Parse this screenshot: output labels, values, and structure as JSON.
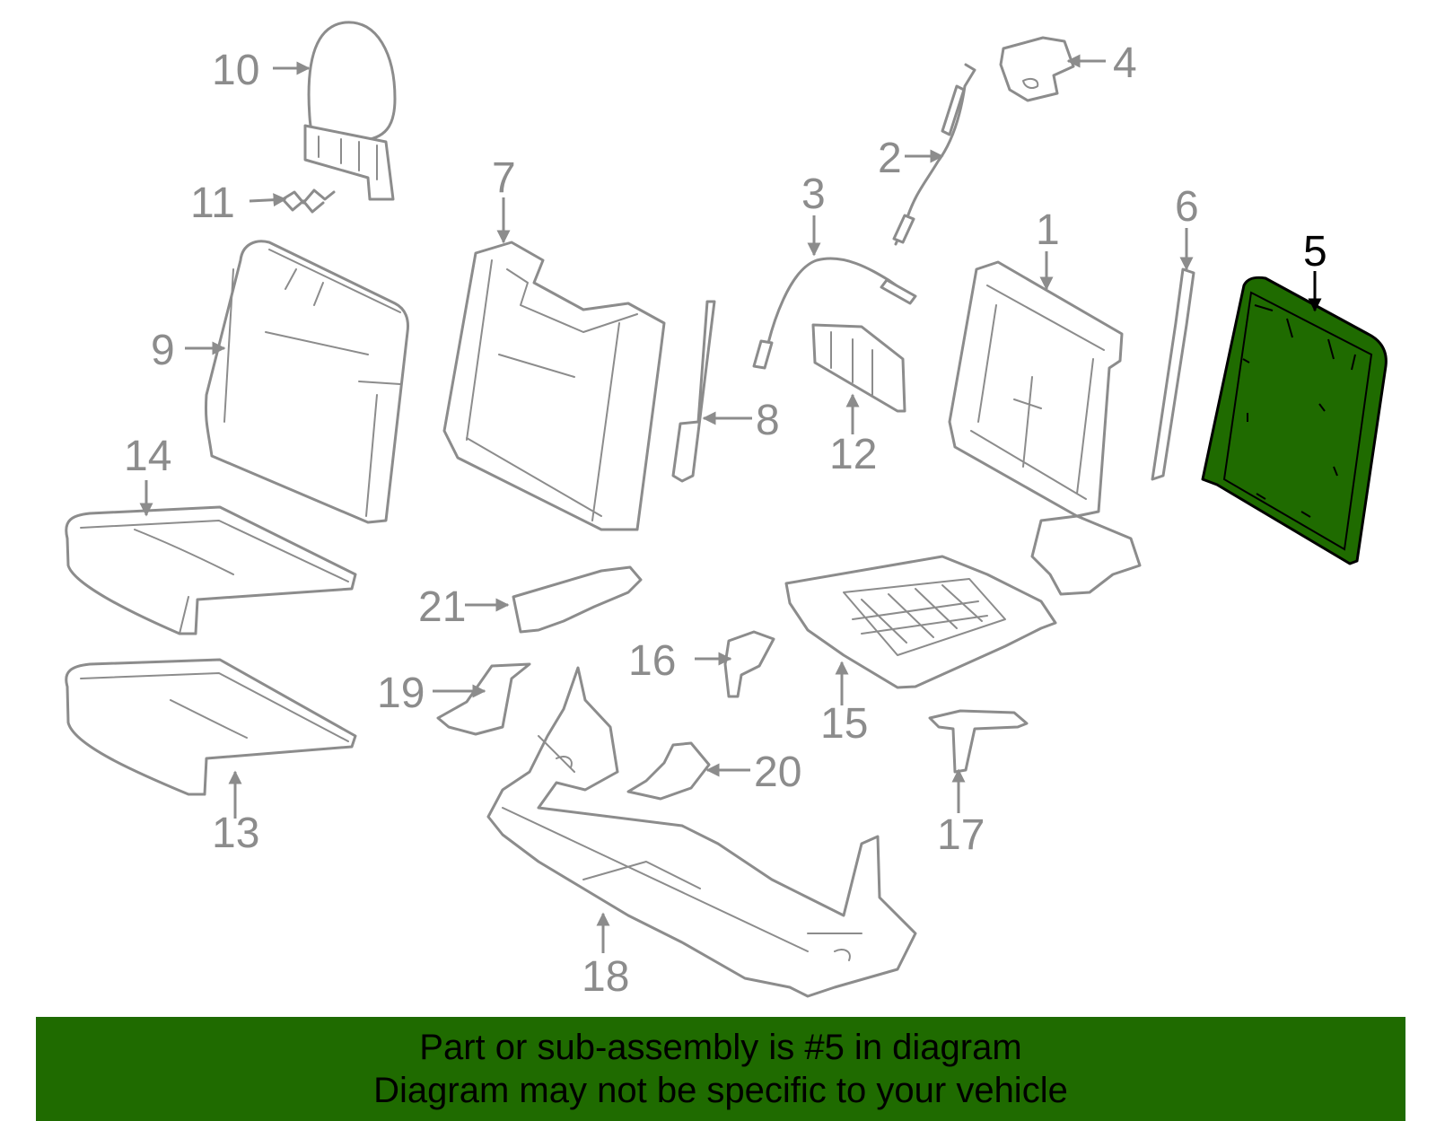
{
  "highlight_color": "#1f6b00",
  "part_color": "#8c8c8c",
  "callouts": {
    "c1": "1",
    "c2": "2",
    "c3": "3",
    "c4": "4",
    "c5": "5",
    "c6": "6",
    "c7": "7",
    "c8": "8",
    "c9": "9",
    "c10": "10",
    "c11": "11",
    "c12": "12",
    "c13": "13",
    "c14": "14",
    "c15": "15",
    "c16": "16",
    "c17": "17",
    "c18": "18",
    "c19": "19",
    "c20": "20",
    "c21": "21"
  },
  "highlighted_part": "5",
  "banner": {
    "line1": "Part or sub-assembly is #5 in diagram",
    "line2": "Diagram may not be specific to your vehicle"
  }
}
